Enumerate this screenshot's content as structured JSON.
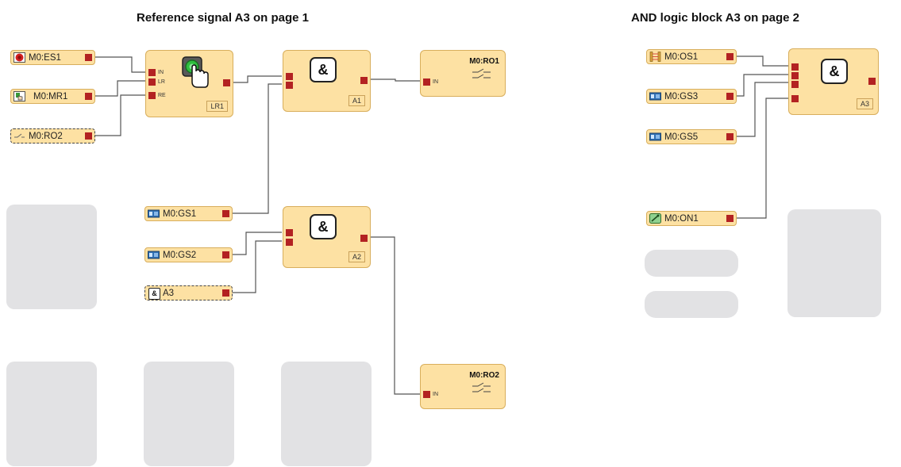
{
  "titles": {
    "left": "Reference signal A3 on page 1",
    "right": "AND logic block A3 on page 2"
  },
  "page1": {
    "inputs": {
      "es1": {
        "label": "M0:ES1",
        "icon": "emergency-stop-icon"
      },
      "mr1": {
        "label": "M0:MR1",
        "icon": "manual-reset-icon"
      },
      "ro2_ref": {
        "label": "M0:RO2",
        "icon": "relay-contact-icon"
      },
      "gs1": {
        "label": "M0:GS1",
        "icon": "guard-switch-icon"
      },
      "gs2": {
        "label": "M0:GS2",
        "icon": "guard-switch-icon"
      },
      "a3_ref": {
        "label": "A3",
        "icon_text": "&"
      }
    },
    "reset_block": {
      "tag": "LR1",
      "pins": [
        "IN",
        "LR",
        "RE"
      ],
      "icon": "reset-button-hand-icon"
    },
    "and_a1": {
      "symbol": "&",
      "tag": "A1"
    },
    "and_a2": {
      "symbol": "&",
      "tag": "A2"
    },
    "out_ro1": {
      "title": "M0:RO1",
      "pin": "IN",
      "icon": "relay-output-icon"
    },
    "out_ro2": {
      "title": "M0:RO2",
      "pin": "IN",
      "icon": "relay-output-icon"
    }
  },
  "page2": {
    "inputs": {
      "os1": {
        "label": "M0:OS1",
        "icon": "light-curtain-icon"
      },
      "gs3": {
        "label": "M0:GS3",
        "icon": "guard-switch-icon"
      },
      "gs5": {
        "label": "M0:GS5",
        "icon": "guard-switch-icon"
      },
      "on1": {
        "label": "M0:ON1",
        "icon": "on-switch-icon"
      }
    },
    "and_a3": {
      "symbol": "&",
      "tag": "A3"
    }
  },
  "colors": {
    "block_fill": "#fde1a3",
    "block_border": "#d8ae5c",
    "pin": "#b32222",
    "wire": "#555555",
    "placeholder": "#e2e2e4"
  }
}
